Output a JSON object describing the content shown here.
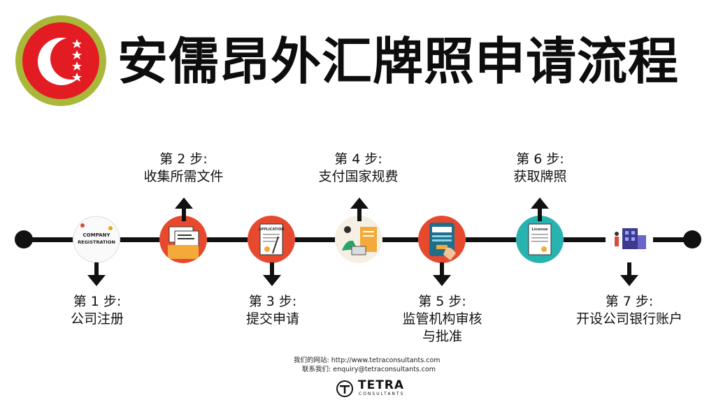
{
  "header": {
    "title": "安儒昂外汇牌照申请流程",
    "flag_icon": "comoros-flag-icon",
    "flag_colors": {
      "ring": "#a9b83a",
      "field": "#e31c23",
      "crescent": "#ffffff"
    }
  },
  "timeline": {
    "line_color": "#111111",
    "steps": [
      {
        "step": "第 1 步:",
        "line1": "公司注册",
        "line2": "",
        "icon": "company-registration-icon",
        "icon_text": "COMPANY REGISTRATION",
        "arrow": "down"
      },
      {
        "step": "第 2 步:",
        "line1": "收集所需文件",
        "line2": "",
        "icon": "documents-folder-icon",
        "icon_text": "",
        "arrow": "up"
      },
      {
        "step": "第 3 步:",
        "line1": "提交申请",
        "line2": "",
        "icon": "application-form-icon",
        "icon_text": "APPLICATION",
        "arrow": "down"
      },
      {
        "step": "第 4 步:",
        "line1": "支付国家规费",
        "line2": "",
        "icon": "payment-icon",
        "icon_text": "",
        "arrow": "up"
      },
      {
        "step": "第 5 步:",
        "line1": "监管机构审核",
        "line2": "与批准",
        "icon": "tablet-approval-icon",
        "icon_text": "",
        "arrow": "down"
      },
      {
        "step": "第 6 步:",
        "line1": "获取牌照",
        "line2": "",
        "icon": "license-certificate-icon",
        "icon_text": "License",
        "arrow": "up"
      },
      {
        "step": "第 7 步:",
        "line1": "开设公司银行账户",
        "line2": "",
        "icon": "bank-account-icon",
        "icon_text": "",
        "arrow": "down"
      }
    ]
  },
  "footer": {
    "website_label": "我们的网站:",
    "website": "http://www.tetraconsultants.com",
    "email_label": "联系我们:",
    "email": "enquiry@tetraconsultants.com",
    "logo_name": "TETRA",
    "logo_sub": "CONSULTANTS"
  }
}
